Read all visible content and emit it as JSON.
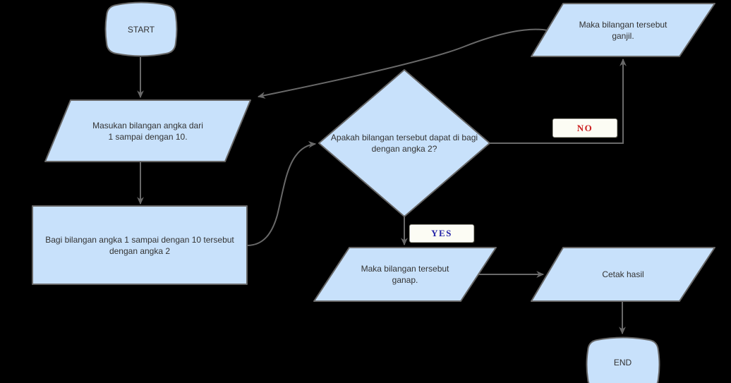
{
  "diagram": {
    "type": "flowchart",
    "nodes": {
      "start": {
        "shape": "terminal",
        "label": "START",
        "lines": [
          "START"
        ]
      },
      "input": {
        "shape": "parallelogram",
        "label": "Masukan bilangan angka dari 1 sampai dengan 10.",
        "lines": [
          "Masukan bilangan angka dari",
          "1 sampai dengan 10."
        ]
      },
      "process": {
        "shape": "rectangle",
        "label": "Bagi bilangan angka 1 sampai dengan 10 tersebut dengan angka 2",
        "lines": [
          "Bagi bilangan angka 1 sampai dengan 10 tersebut",
          "dengan angka 2"
        ]
      },
      "decision": {
        "shape": "diamond",
        "label": "Apakah bilangan tersebut dapat di bagi dengan angka 2?",
        "lines": [
          "Apakah bilangan tersebut dapat di bagi",
          "dengan angka 2?"
        ]
      },
      "odd": {
        "shape": "parallelogram",
        "label": "Maka bilangan tersebut ganjil.",
        "lines": [
          "Maka bilangan tersebut",
          "ganjil."
        ]
      },
      "even": {
        "shape": "parallelogram",
        "label": "Maka bilangan tersebut ganap.",
        "lines": [
          "Maka bilangan tersebut",
          "ganap."
        ]
      },
      "print": {
        "shape": "parallelogram",
        "label": "Cetak hasil",
        "lines": [
          "Cetak hasil"
        ]
      },
      "end": {
        "shape": "terminal",
        "label": "END",
        "lines": [
          "END"
        ]
      }
    },
    "edge_labels": {
      "yes": "YES",
      "no": "NO"
    },
    "edges": [
      {
        "from": "start",
        "to": "input"
      },
      {
        "from": "input",
        "to": "process"
      },
      {
        "from": "process",
        "to": "decision"
      },
      {
        "from": "decision",
        "to": "odd",
        "label": "NO"
      },
      {
        "from": "decision",
        "to": "even",
        "label": "YES"
      },
      {
        "from": "even",
        "to": "print"
      },
      {
        "from": "print",
        "to": "end"
      },
      {
        "from": "odd",
        "to": "input"
      }
    ],
    "colors": {
      "background": "#000000",
      "node_fill": "#c8e1fb",
      "node_stroke": "#666666",
      "edge": "#696969",
      "text": "#333333",
      "label_bg": "#fcfcf4",
      "label_border": "#a9a99b",
      "yes_text": "#2323a8",
      "no_text": "#cc2020"
    }
  }
}
